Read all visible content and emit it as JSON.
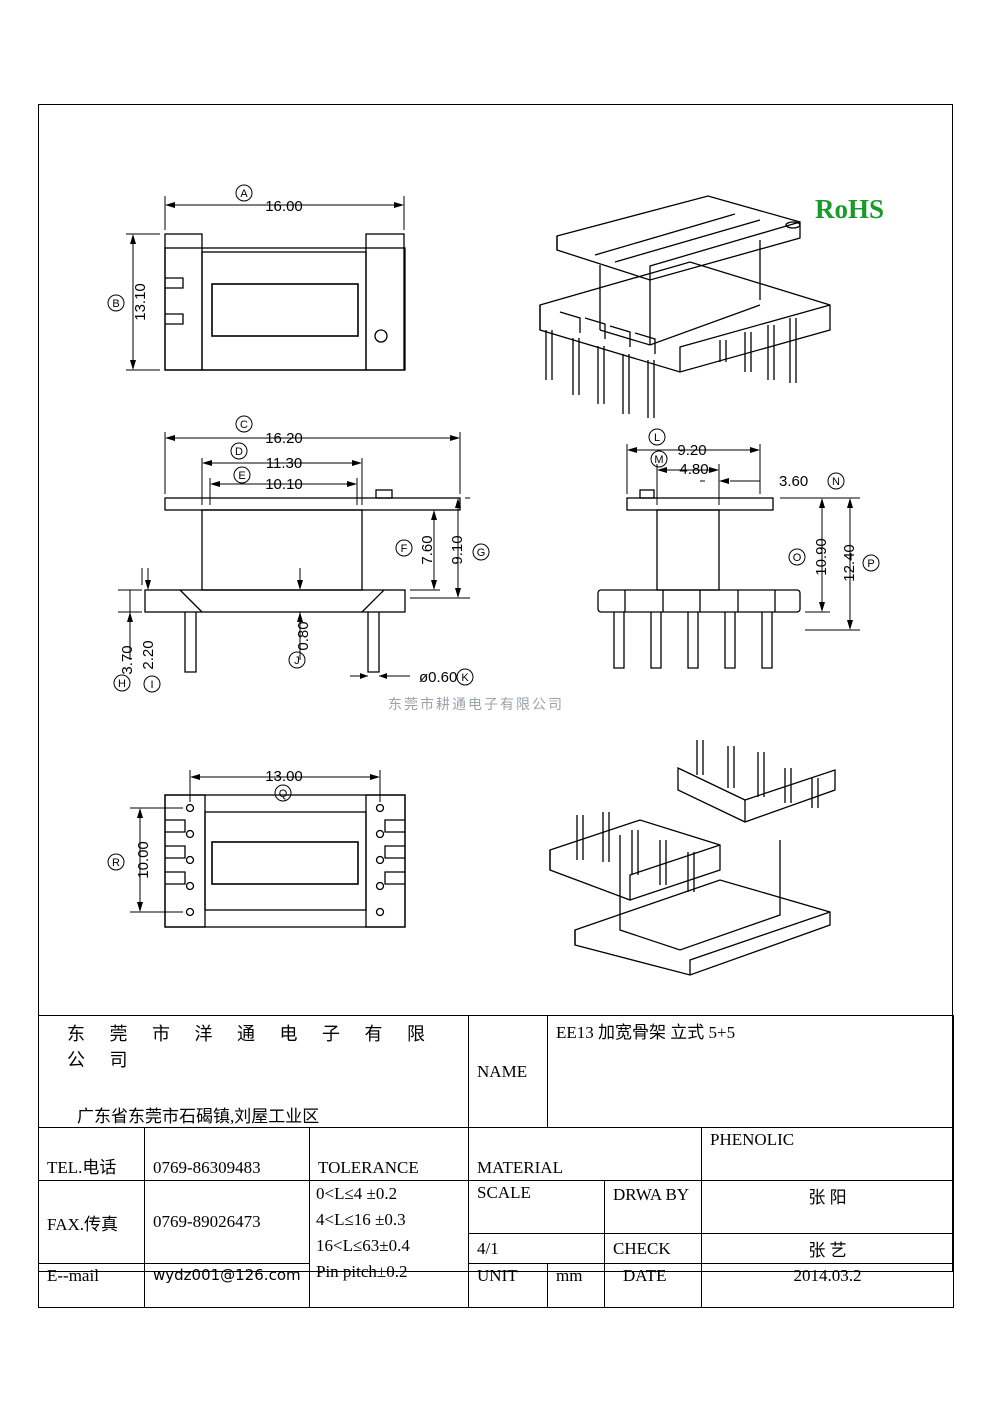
{
  "rohs": "RoHS",
  "watermark": "东莞市耕通电子有限公司",
  "dimensions": {
    "A": "16.00",
    "B": "13.10",
    "C": "16.20",
    "D": "11.30",
    "E": "10.10",
    "F": "7.60",
    "G": "9.10",
    "H": "3.70",
    "I": "2.20",
    "J": "0.80",
    "K": "ø0.60",
    "L": "9.20",
    "M": "4.80",
    "N": "3.60",
    "O": "10.90",
    "P": "12.40",
    "Q": "13.00",
    "R": "10.00"
  },
  "markers": [
    "A",
    "B",
    "C",
    "D",
    "E",
    "F",
    "G",
    "H",
    "I",
    "J",
    "K",
    "L",
    "M",
    "N",
    "O",
    "P",
    "Q",
    "R"
  ],
  "title_block": {
    "company": "东 莞 市 洋 通 电 子 有 限 公 司",
    "address": "广东省东莞市石碣镇,刘屋工业区",
    "name_label": "NAME",
    "name_value": "EE13 加宽骨架  立式 5+5",
    "tel_label": "TEL.电话",
    "tel_value": "0769-86309483",
    "tolerance_label": "TOLERANCE",
    "material_label": "MATERIAL",
    "material_value": "PHENOLIC",
    "fax_label": "FAX.传真",
    "fax_value": "0769-89026473",
    "tolerances": [
      "0<L≤4   ±0.2",
      "4<L≤16  ±0.3",
      "16<L≤63±0.4",
      "Pin pitch±0.2"
    ],
    "scale_label": "SCALE",
    "scale_value": "4/1",
    "drawn_by_label": "DRWA BY",
    "drawn_by_value": "张 阳",
    "check_label": "CHECK",
    "check_value": "张 艺",
    "email_label": "E--mail",
    "email_value": "wydz001@126.com",
    "unit_label": "UNIT",
    "unit_value": "mm",
    "date_label": "DATE",
    "date_value": "2014.03.2"
  }
}
